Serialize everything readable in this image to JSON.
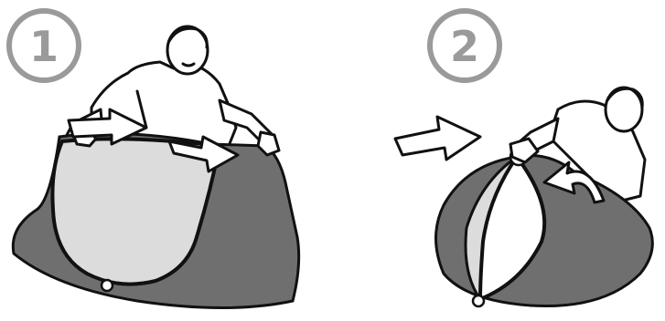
{
  "steps": [
    {
      "number": "1"
    },
    {
      "number": "2"
    }
  ],
  "colors": {
    "tent_dark": "#6f6f6f",
    "tent_light": "#dcdcdc",
    "outline": "#111111",
    "badge": "#9a9a9a",
    "background": "#ffffff"
  },
  "icons": [
    "step-badge",
    "person",
    "folding-arrow",
    "ring-joint"
  ]
}
